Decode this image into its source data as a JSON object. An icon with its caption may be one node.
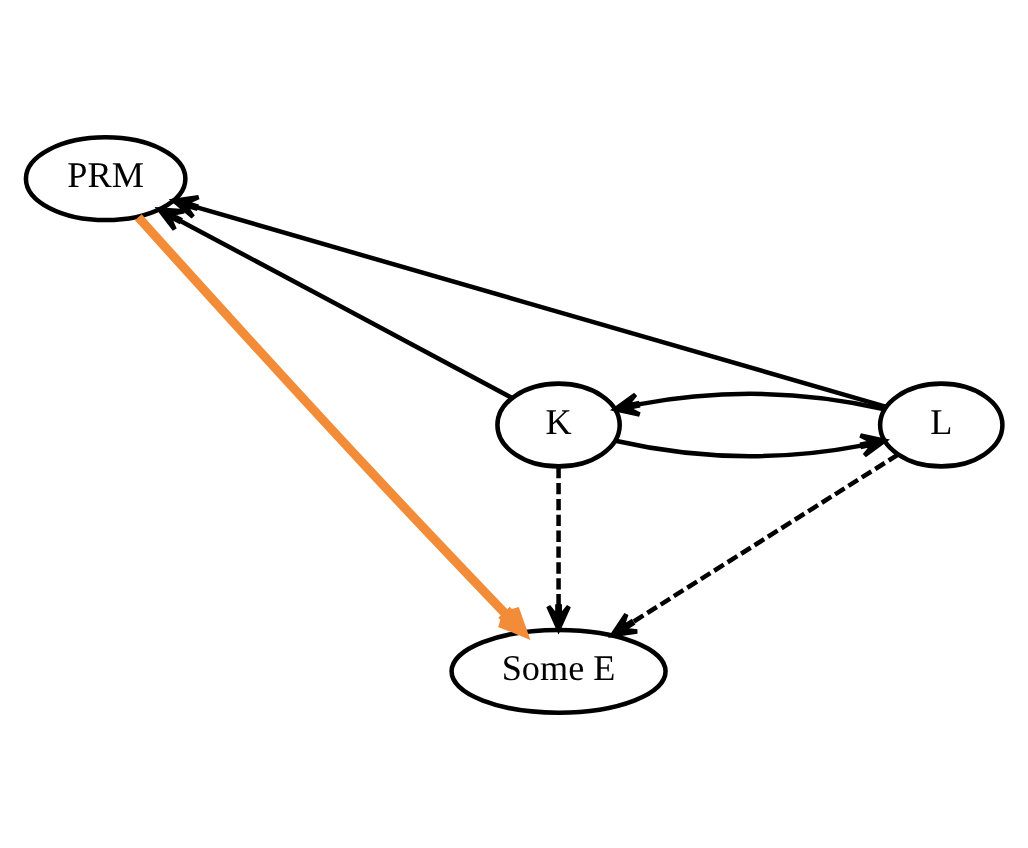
{
  "diagram": {
    "nodes": [
      {
        "text": [
          "PRM"
        ]
      },
      {
        "text": [
          "K"
        ]
      },
      {
        "text": [
          "L"
        ]
      },
      {
        "text": [
          "Some E"
        ]
      }
    ],
    "edges": [
      {
        "from": 1,
        "to": 0,
        "arrow": "to"
      },
      {
        "from": 2,
        "to": 0,
        "arrow": "to"
      },
      {
        "from": 1,
        "to": 2,
        "arrow": "to"
      },
      {
        "from": 2,
        "to": 1,
        "arrow": "to"
      },
      {
        "from": 0,
        "to": 3,
        "arrow": "to",
        "style": "thick",
        "color": "#f28c38"
      },
      {
        "from": 1,
        "to": 3,
        "arrow": "to",
        "style": "dashed"
      },
      {
        "from": 2,
        "to": 3,
        "arrow": "to",
        "style": "dashed"
      }
    ]
  }
}
